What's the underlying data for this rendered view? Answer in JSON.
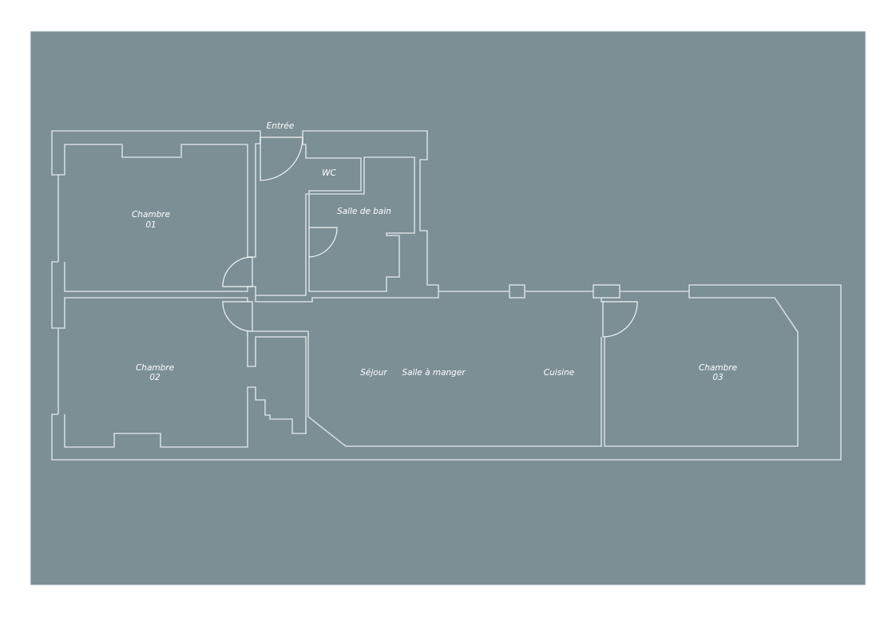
{
  "plan": {
    "background_color": "#7b8f95",
    "line_color": "#d4dcde",
    "rooms": {
      "entree": "Entrée",
      "wc": "WC",
      "salle_de_bain": "Salle de bain",
      "chambre01": {
        "name": "Chambre",
        "number": "01"
      },
      "chambre02": {
        "name": "Chambre",
        "number": "02"
      },
      "chambre03": {
        "name": "Chambre",
        "number": "03"
      },
      "sejour": "Séjour",
      "salle_a_manger": "Salle à manger",
      "cuisine": "Cuisine"
    }
  }
}
